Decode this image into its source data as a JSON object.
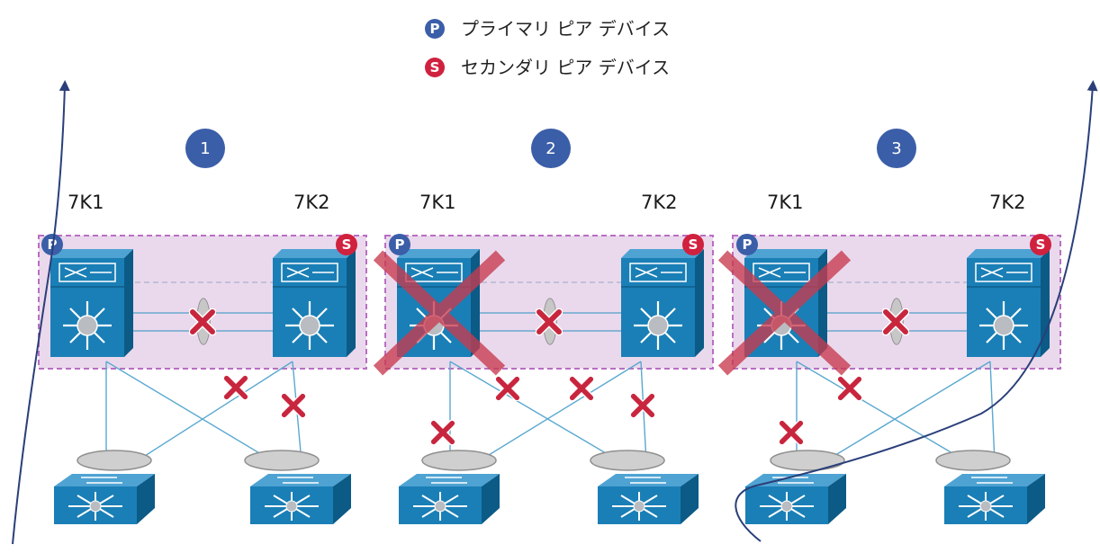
{
  "legend": {
    "primary": {
      "badge": "P",
      "label": "プライマリ ピア デバイス",
      "color": "#3b5ea8"
    },
    "secondary": {
      "badge": "S",
      "label": "セカンダリ ピア デバイス",
      "color": "#d0213f"
    }
  },
  "scenarios": [
    {
      "number": "1",
      "left_label": "7K1",
      "right_label": "7K2",
      "left_badge": "P",
      "right_badge": "S"
    },
    {
      "number": "2",
      "left_label": "7K1",
      "right_label": "7K2",
      "left_badge": "P",
      "right_badge": "S"
    },
    {
      "number": "3",
      "left_label": "7K1",
      "right_label": "7K2",
      "left_badge": "P",
      "right_badge": "S"
    }
  ],
  "colors": {
    "switch_blue": "#1a7fb6",
    "switch_dark": "#0d5f8c",
    "vpc_domain_fill": "#ead9ec",
    "vpc_domain_border": "#b86fc2",
    "failure_x": "#c8263e",
    "failed_device_x": "#c83a4f",
    "link": "#5aa8d0",
    "traffic_arrow": "#2a3f7a"
  }
}
